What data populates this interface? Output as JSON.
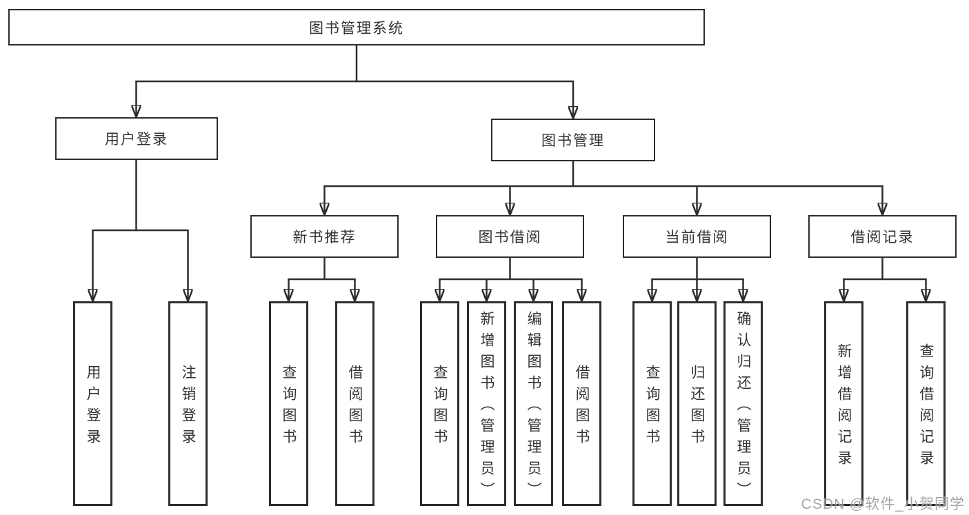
{
  "diagram": {
    "root": {
      "label": "图书管理系统"
    },
    "level2": [
      {
        "label": "用户登录"
      },
      {
        "label": "图书管理"
      }
    ],
    "level3": [
      {
        "label": "新书推荐"
      },
      {
        "label": "图书借阅"
      },
      {
        "label": "当前借阅"
      },
      {
        "label": "借阅记录"
      }
    ],
    "leaves": [
      {
        "label": "用户登录"
      },
      {
        "label": "注销登录"
      },
      {
        "label": "查询图书"
      },
      {
        "label": "借阅图书"
      },
      {
        "label": "查询图书"
      },
      {
        "label": "新增图书（管理员）"
      },
      {
        "label": "编辑图书（管理员）"
      },
      {
        "label": "借阅图书"
      },
      {
        "label": "查询图书"
      },
      {
        "label": "归还图书"
      },
      {
        "label": "确认归还（管理员）"
      },
      {
        "label": "新增借阅记录"
      },
      {
        "label": "查询借阅记录"
      }
    ]
  },
  "watermark": {
    "text": "CSDN @软件_小贺同学"
  },
  "colors": {
    "background": "#ffffff",
    "box_border": "#2d2d2d",
    "connector_line": "#2d2d2d",
    "text": "#333333",
    "watermark_text": "#9c9c9c"
  }
}
